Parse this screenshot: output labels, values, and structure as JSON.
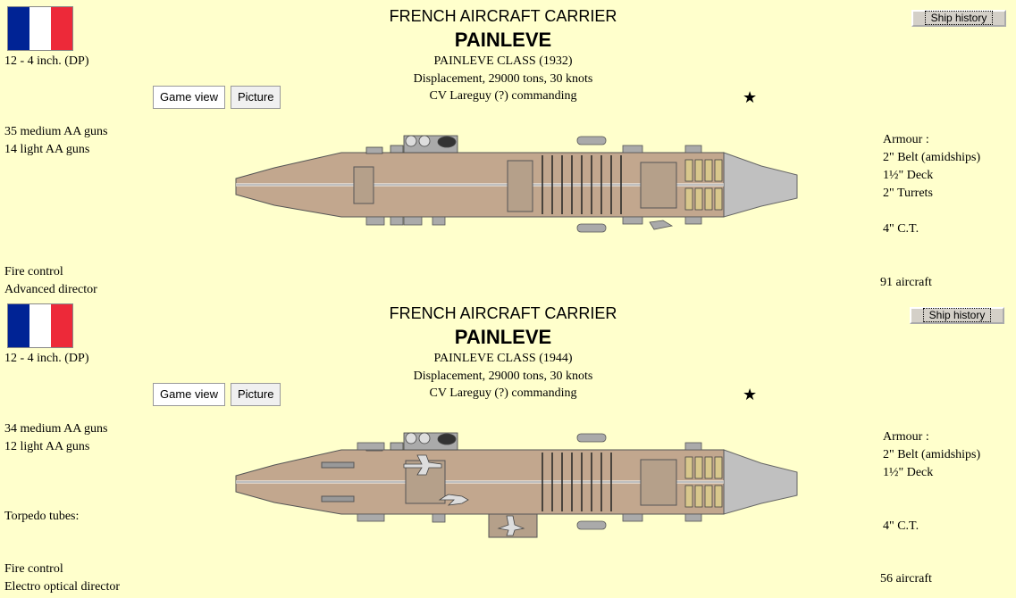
{
  "colors": {
    "background": "#ffffcc",
    "hull": "#c2a78e",
    "bow": "#c0c0c0",
    "flag_blue": "#002395",
    "flag_white": "#ffffff",
    "flag_red": "#ed2939"
  },
  "panels": [
    {
      "type_label": "FRENCH AIRCRAFT CARRIER",
      "ship_name": "PAINLEVE",
      "class_label": "PAINLEVE CLASS (1932)",
      "displacement": "Displacement, 29000 tons, 30 knots",
      "commander": "CV Lareguy (?)  commanding",
      "armament_main": "12 - 4 inch. (DP)",
      "aa_medium": "35 medium AA guns",
      "aa_light": "14 light AA guns",
      "torpedo": "",
      "fire_control_label": "Fire control",
      "fire_control": "Advanced director",
      "game_view_label": "Game view",
      "picture_label": "Picture",
      "history_label": "Ship history",
      "star": "★",
      "armour_title": "Armour :",
      "armour": [
        "2\" Belt (amidships)",
        "1½\" Deck",
        "2\" Turrets"
      ],
      "ct": "4\" C.T.",
      "aircraft": "91 aircraft"
    },
    {
      "type_label": "FRENCH AIRCRAFT CARRIER",
      "ship_name": "PAINLEVE",
      "class_label": "PAINLEVE CLASS (1944)",
      "displacement": "Displacement, 29000 tons, 30 knots",
      "commander": "CV Lareguy (?)  commanding",
      "armament_main": "12 - 4 inch. (DP)",
      "aa_medium": "34 medium AA guns",
      "aa_light": "12 light AA guns",
      "torpedo": "Torpedo tubes:",
      "fire_control_label": "Fire control",
      "fire_control": "Electro optical director",
      "game_view_label": "Game view",
      "picture_label": "Picture",
      "history_label": "Ship history",
      "star": "★",
      "armour_title": "Armour :",
      "armour": [
        "2\" Belt (amidships)",
        "1½\" Deck",
        ""
      ],
      "ct": "4\" C.T.",
      "aircraft": "56 aircraft"
    }
  ]
}
